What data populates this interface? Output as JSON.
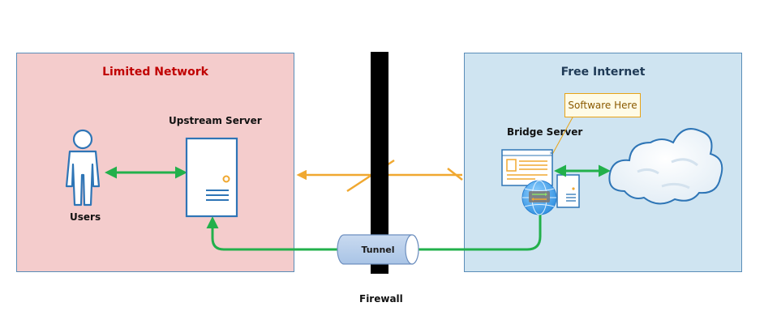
{
  "zones": {
    "limited": {
      "title": "Limited Network"
    },
    "free": {
      "title": "Free Internet"
    }
  },
  "nodes": {
    "users": {
      "label": "Users"
    },
    "upstream_server": {
      "label": "Upstream Server"
    },
    "bridge_server": {
      "label": "Bridge Server"
    },
    "software_callout": {
      "label": "Software Here"
    },
    "tunnel": {
      "label": "Tunnel"
    },
    "firewall": {
      "label": "Firewall"
    }
  },
  "colors": {
    "green_link": "#22b04b",
    "orange_link": "#f0a830",
    "icon_stroke": "#2e75b6",
    "firewall": "#000000"
  }
}
